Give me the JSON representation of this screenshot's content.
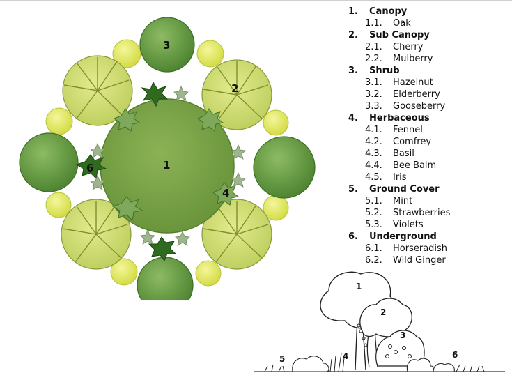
{
  "plan": {
    "center_label": "1",
    "labels": [
      "2",
      "3",
      "4",
      "6"
    ]
  },
  "legend": [
    {
      "num": "1.",
      "name": "Canopy",
      "items": [
        {
          "num": "1.1.",
          "name": "Oak"
        }
      ]
    },
    {
      "num": "2.",
      "name": "Sub Canopy",
      "items": [
        {
          "num": "2.1.",
          "name": "Cherry"
        },
        {
          "num": "2.2.",
          "name": "Mulberry"
        }
      ]
    },
    {
      "num": "3.",
      "name": "Shrub",
      "items": [
        {
          "num": "3.1.",
          "name": "Hazelnut"
        },
        {
          "num": "3.2.",
          "name": "Elderberry"
        },
        {
          "num": "3.3.",
          "name": "Gooseberry"
        }
      ]
    },
    {
      "num": "4.",
      "name": "Herbaceous",
      "items": [
        {
          "num": "4.1.",
          "name": "Fennel"
        },
        {
          "num": "4.2.",
          "name": "Comfrey"
        },
        {
          "num": "4.3.",
          "name": "Basil"
        },
        {
          "num": "4.4.",
          "name": "Bee Balm"
        },
        {
          "num": "4.5.",
          "name": "Iris"
        }
      ]
    },
    {
      "num": "5.",
      "name": "Ground Cover",
      "items": [
        {
          "num": "5.1.",
          "name": "Mint"
        },
        {
          "num": "5.2.",
          "name": "Strawberries"
        },
        {
          "num": "5.3.",
          "name": "Violets"
        }
      ]
    },
    {
      "num": "6.",
      "name": "Underground",
      "items": [
        {
          "num": "6.1.",
          "name": "Horseradish"
        },
        {
          "num": "6.2.",
          "name": "Wild Ginger"
        }
      ]
    }
  ],
  "profile": {
    "labels": [
      "1",
      "2",
      "3",
      "4",
      "5",
      "6"
    ]
  },
  "colors": {
    "canopy": "#7fa54a",
    "canopy_dark": "#5f8a35",
    "subcanopy": "#d4e07a",
    "shrub": "#6b9a45",
    "herb_dark": "#2f6b1f",
    "ground_yellow": "#e8ee63",
    "ground_star": "#9fb58e"
  }
}
